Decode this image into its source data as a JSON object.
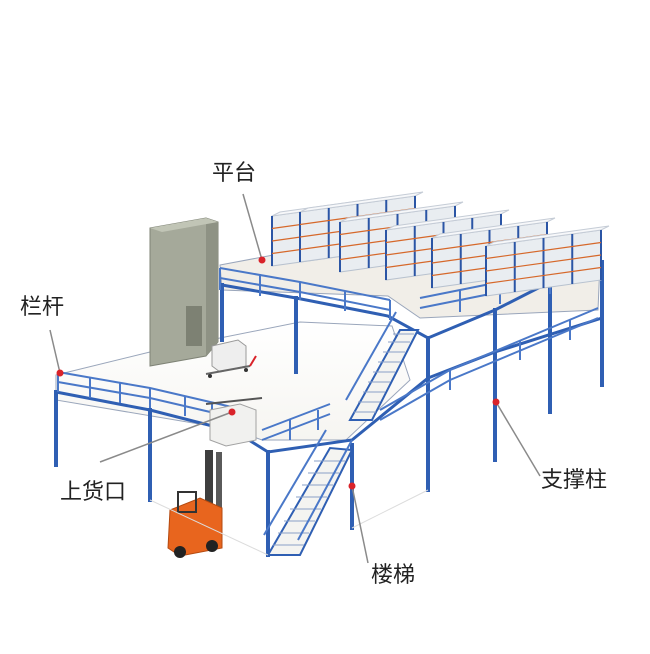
{
  "labels": {
    "platform": "平台",
    "railing": "栏杆",
    "loading_port": "上货口",
    "column": "支撑柱",
    "staircase": "楼梯"
  },
  "colors": {
    "steel_blue": "#2f5fb3",
    "railing_blue": "#4a78c8",
    "deck": "#f3f1ec",
    "rack_box": "#e9edf1",
    "rack_frame": "#2b55a5",
    "rack_accent": "#d6682a",
    "elevator": "#a5a99a",
    "forklift": "#e8651e",
    "leader_red": "#d9232a"
  },
  "icons": [
    "forklift-icon",
    "goods-elevator-icon",
    "pallet-cart-icon"
  ]
}
